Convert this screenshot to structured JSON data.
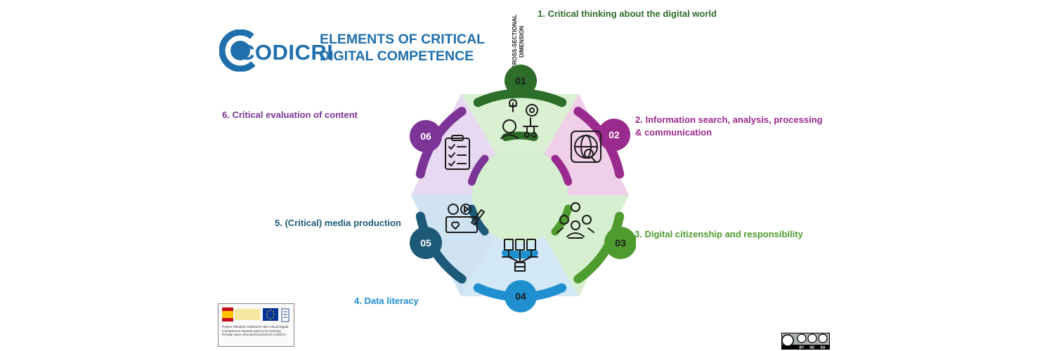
{
  "logo": {
    "text": "CODICRI",
    "icon": "codicri-c-logo",
    "color": "#1f6fad"
  },
  "title": {
    "line1": "ELEMENTS OF CRITICAL",
    "line2": "DIGITAL COMPETENCE"
  },
  "cross_sectional": {
    "line1": "CROSS-SECTIONAL",
    "line2": "DIMENSION"
  },
  "elements": [
    {
      "number": "01",
      "label": "1. Critical thinking about the digital world",
      "color": "#2d6e2a",
      "light": "#d9f0d2",
      "icon": "critical-thinking-icon"
    },
    {
      "number": "02",
      "label_line1": "2. Information search, analysis, processing",
      "label_line2": "& communication",
      "color": "#9b2a8e",
      "light": "#f0cfe9",
      "icon": "globe-search-icon"
    },
    {
      "number": "03",
      "label": "3. Digital citizenship and responsibility",
      "color": "#4e9b2e",
      "light": "#d6efd0",
      "icon": "citizenship-network-icon"
    },
    {
      "number": "04",
      "label": "4. Data literacy",
      "color": "#1f8fcf",
      "light": "#d3e8f6",
      "icon": "data-documents-icon"
    },
    {
      "number": "05",
      "label": "5. (Critical) media production",
      "color": "#1c5a78",
      "light": "#cfe3f2",
      "icon": "media-production-icon"
    },
    {
      "number": "06",
      "label": "6. Critical evaluation of content",
      "color": "#7c3596",
      "light": "#e7d9f1",
      "icon": "clipboard-checklist-icon"
    }
  ],
  "funding": {
    "text": "Project PID2022-136291OA-I00 Critical Digital Competence towards agency for learning through open educational practices CoDiCRI"
  },
  "license": {
    "badge": "cc-by-nc-sa-badge",
    "labels": [
      "BY",
      "NC",
      "SA"
    ]
  }
}
